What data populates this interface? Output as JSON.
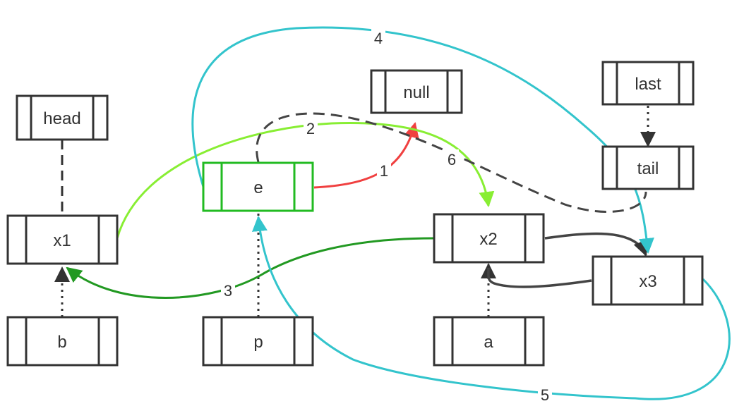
{
  "diagram": {
    "nodes": {
      "head": {
        "label": "head"
      },
      "null": {
        "label": "null"
      },
      "last": {
        "label": "last"
      },
      "tail": {
        "label": "tail"
      },
      "e": {
        "label": "e"
      },
      "x1": {
        "label": "x1"
      },
      "x2": {
        "label": "x2"
      },
      "x3": {
        "label": "x3"
      },
      "b": {
        "label": "b"
      },
      "p": {
        "label": "p"
      },
      "a": {
        "label": "a"
      }
    },
    "edge_labels": {
      "step1": "1",
      "step2": "2",
      "step3": "3",
      "step4": "4",
      "step5": "5",
      "step6": "6"
    },
    "colors": {
      "node_border": "#333333",
      "highlight_border": "#22bb22",
      "step1_red": "#f04040",
      "step2_lime": "#88ee33",
      "step3_green": "#229922",
      "step4_5_cyan": "#33c4cc",
      "step6_dashed": "#444444",
      "pointer": "#444444"
    }
  }
}
